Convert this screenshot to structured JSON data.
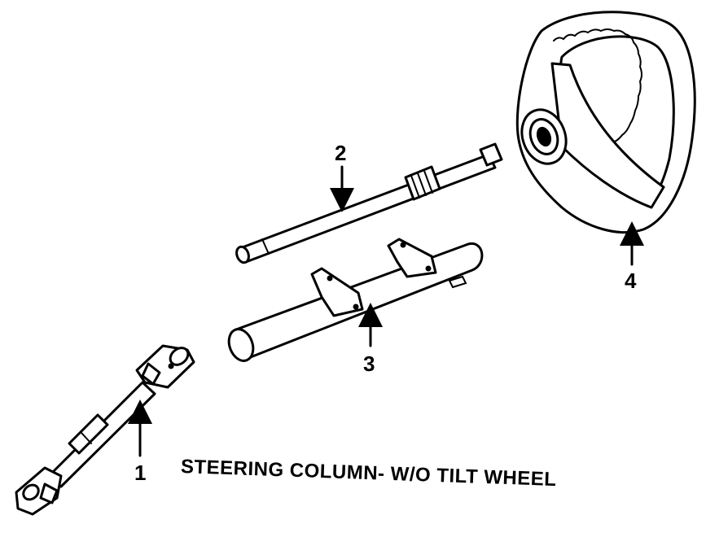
{
  "caption": "STEERING COLUMN- W/O TILT WHEEL",
  "callouts": [
    {
      "id": "1",
      "label": "1"
    },
    {
      "id": "2",
      "label": "2"
    },
    {
      "id": "3",
      "label": "3"
    },
    {
      "id": "4",
      "label": "4"
    }
  ],
  "parts": [
    {
      "callout": "1",
      "icon": "intermediate-shaft-with-universal-joints-icon"
    },
    {
      "callout": "2",
      "icon": "steering-shaft-icon"
    },
    {
      "callout": "3",
      "icon": "column-jacket-icon"
    },
    {
      "callout": "4",
      "icon": "steering-wheel-icon"
    }
  ],
  "colors": {
    "ink": "#000000",
    "paper": "#ffffff"
  }
}
